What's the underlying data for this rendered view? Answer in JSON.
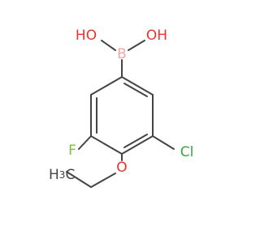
{
  "molecule": {
    "atoms": {
      "oh_left": "HO",
      "oh_right": "OH",
      "boron": "B",
      "fluorine": "F",
      "chlorine": "Cl",
      "oxygen": "O",
      "methyl_h": "H",
      "methyl_sub": "3",
      "methyl_c": "C"
    },
    "colors": {
      "oxygen": "#e8342a",
      "boron": "#f2a6a6",
      "fluorine": "#7fbf3f",
      "chlorine": "#38a838",
      "carbon": "#444444"
    }
  }
}
